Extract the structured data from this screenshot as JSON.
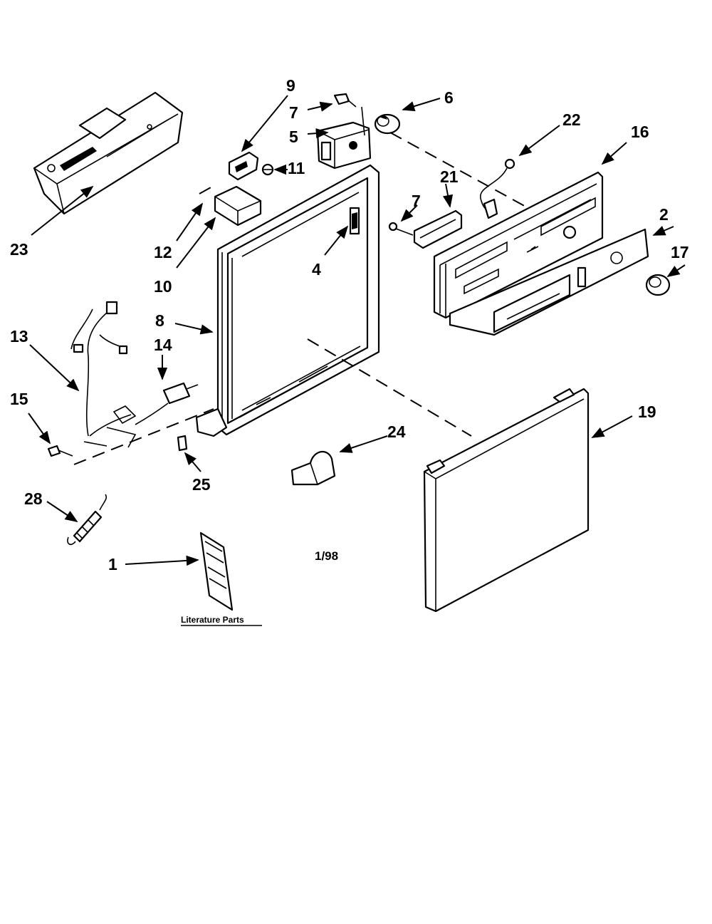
{
  "callouts": {
    "c23": "23",
    "c9": "9",
    "c7a": "7",
    "c6": "6",
    "c5": "5",
    "c22": "22",
    "c16": "16",
    "c11": "11",
    "c21": "21",
    "c7b": "7",
    "c2": "2",
    "c17": "17",
    "c12": "12",
    "c10": "10",
    "c4": "4",
    "c8": "8",
    "c13": "13",
    "c14": "14",
    "c15": "15",
    "c25": "25",
    "c24": "24",
    "c19": "19",
    "c28": "28",
    "c1": "1"
  },
  "date_code": "1/98",
  "literature_caption": "Literature Parts"
}
